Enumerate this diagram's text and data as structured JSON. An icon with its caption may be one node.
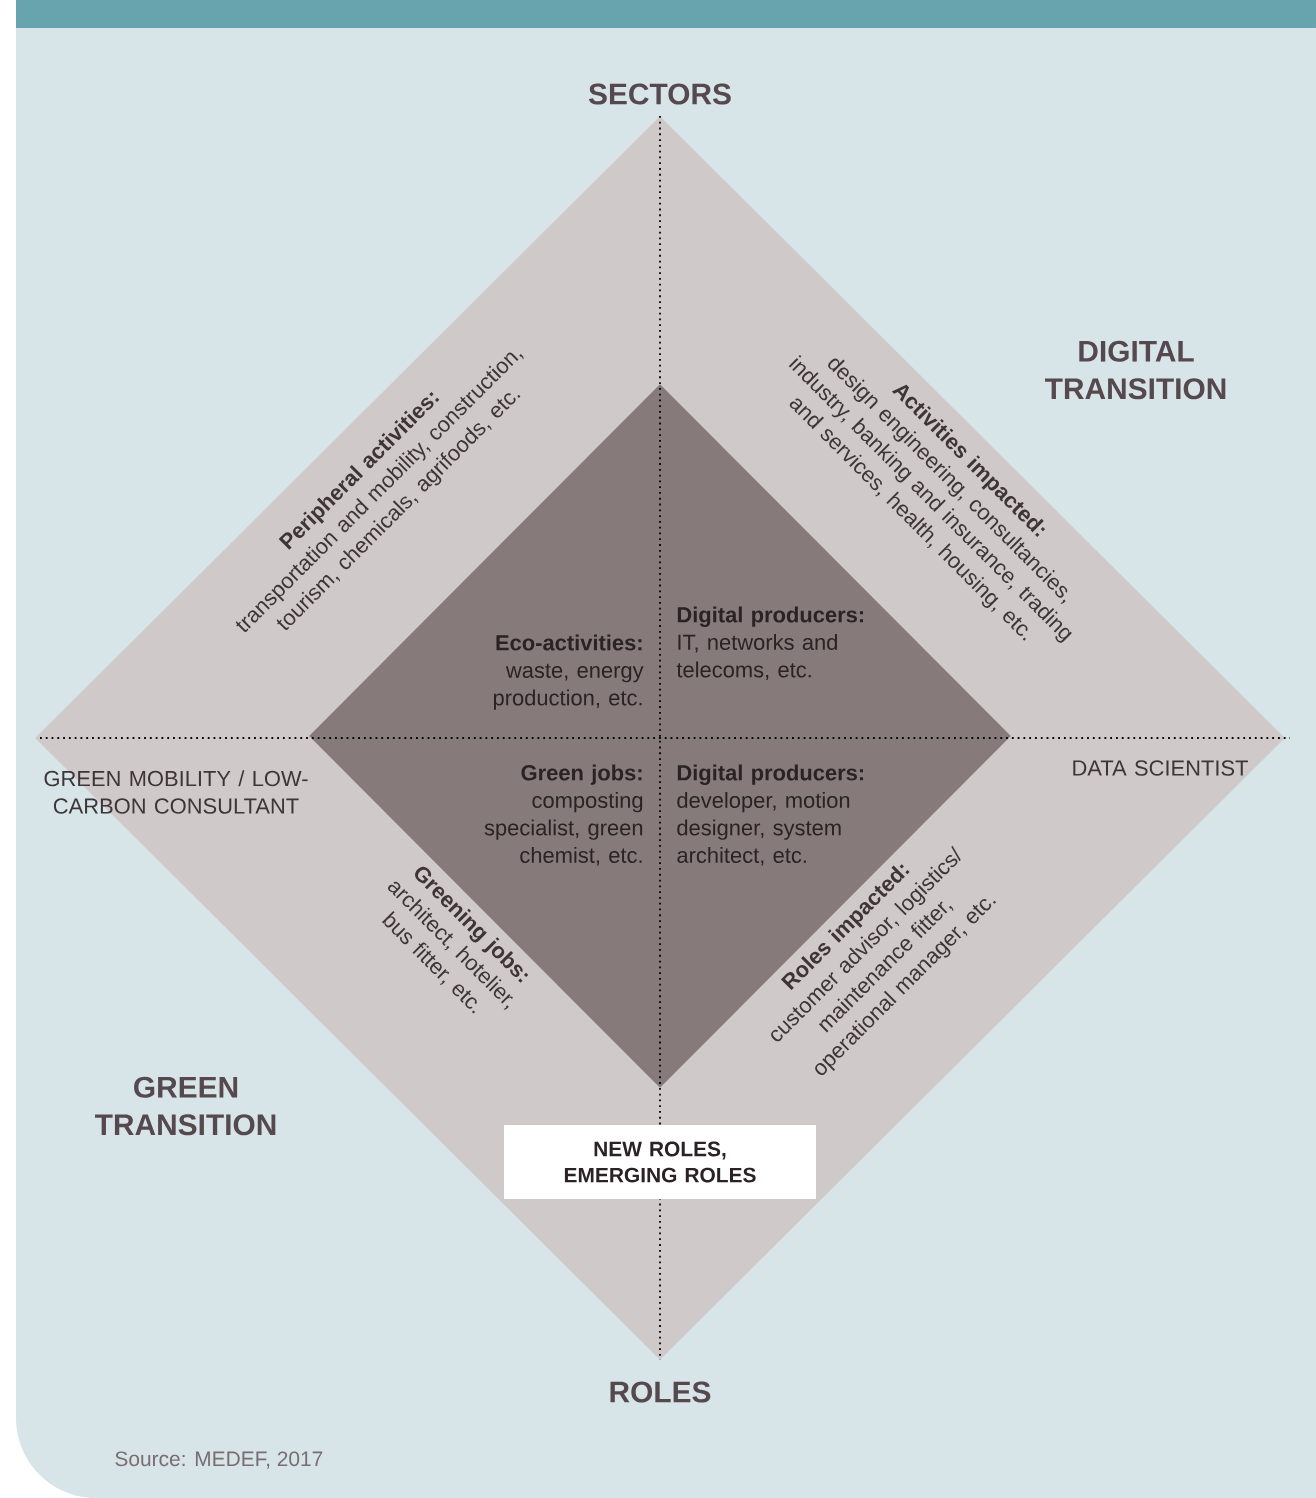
{
  "diagram": {
    "nodes": [
      {
        "text": [
          "Peripheral activities:",
          "transportation and mobility, construction, tourism, chemicals, agrifoods, etc.",
          "Activities impacted:",
          "design engineering, consultancies, industry, banking and insurance, trading and services, health, housing, etc.",
          "GREEN MOBILITY / LOW-CARBON CONSULTANT",
          "DATA SCIENTIST",
          "Greening jobs:",
          "architect, hotelier, bus fitter, etc.",
          "Roles impacted:",
          "customer advisor, logistics/ maintenance fitter, operational manager, etc."
        ]
      },
      {
        "text": [
          "Eco-activities:",
          "waste, energy production, etc.",
          "Digital producers:",
          "IT, networks and telecoms, etc.",
          "Green jobs:",
          "composting specialist, green chemist, etc.",
          "Digital producers:",
          "developer, motion designer, system architect, etc."
        ],
        "in": 0
      },
      {
        "text": [
          "NEW ROLES, EMERGING ROLES"
        ],
        "in": 0
      }
    ],
    "edges": [],
    "labels": [
      "SECTORS",
      "DIGITAL TRANSITION",
      "GREEN TRANSITION",
      "ROLES"
    ],
    "caption": "Source: MEDEF, 2017"
  }
}
